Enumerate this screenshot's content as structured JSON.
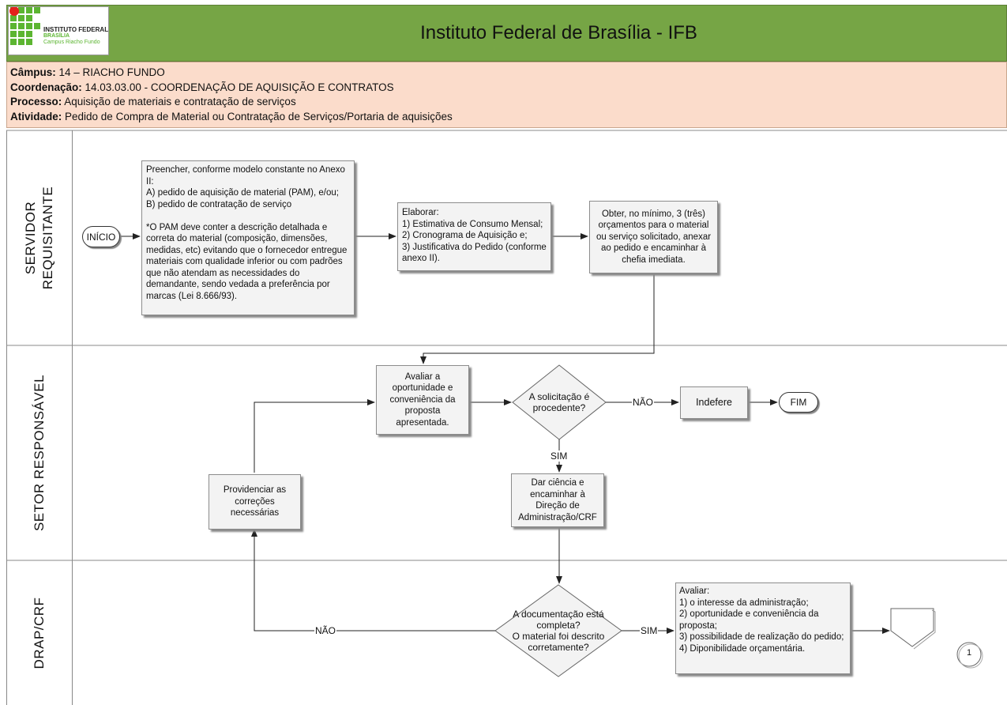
{
  "header": {
    "title": "Instituto Federal de Brasília - IFB",
    "logo": {
      "line1": "INSTITUTO FEDERAL",
      "line2": "BRASÍLIA",
      "line3": "Campus Riacho Fundo",
      "colors": {
        "green": "#5cb531",
        "red": "#e3211c"
      }
    }
  },
  "info": {
    "campus_label": "Câmpus:",
    "campus_value": " 14 – RIACHO FUNDO",
    "coord_label": "Coordenação:",
    "coord_value": " 14.03.03.00 - COORDENAÇÃO DE AQUISIÇÃO E CONTRATOS",
    "process_label": "Processo:",
    "process_value": " Aquisição de materiais e contratação de serviços",
    "activity_label": "Atividade:",
    "activity_value": " Pedido de Compra de Material ou Contratação de Serviços/Portaria de aquisições"
  },
  "lanes": {
    "servidor": "SERVIDOR\nREQUISITANTE",
    "setor": "SETOR RESPONSÁVEL",
    "drap": "DRAP/CRF"
  },
  "nodes": {
    "inicio": "INÍCIO",
    "preencher": "Preencher, conforme modelo constante no Anexo II:\nA) pedido de aquisição de material (PAM),  e/ou;\nB) pedido de contratação de serviço\n\n*O PAM deve conter a descrição detalhada e correta do material (composição, dimensões, medidas, etc) evitando que o fornecedor entregue materiais com qualidade inferior ou com padrões que não atendam as necessidades do demandante, sendo vedada a preferência por marcas (Lei 8.666/93).",
    "elaborar": "Elaborar:\n1) Estimativa de Consumo Mensal;\n2) Cronograma de Aquisição e;\n3) Justificativa do Pedido (conforme anexo II).",
    "obter": "Obter, no mínimo, 3 (três) orçamentos para o material ou serviço solicitado, anexar ao pedido e encaminhar à chefia imediata.",
    "avaliar_oportunidade": "Avaliar a oportunidade e conveniência da proposta apresentada.",
    "decisao_procedente": "A solicitação é procedente?",
    "indefere": "Indefere",
    "fim": "FIM",
    "providenciar": "Providenciar as correções necessárias",
    "dar_ciencia": "Dar ciência e encaminhar à Direção de Administração/CRF",
    "decisao_documentacao": "A documentação está completa?\nO material foi descrito corretamente?",
    "avaliar_drap": "Avaliar:\n1) o interesse da administração;\n2) oportunidade e conveniência da proposta;\n3) possibilidade de realização  do pedido;\n4) Diponibilidade orçamentária.",
    "page_ref": "1"
  },
  "edge_labels": {
    "nao_1": "NÃO",
    "sim_1": "SIM",
    "nao_2": "NÃO",
    "sim_2": "SIM"
  }
}
